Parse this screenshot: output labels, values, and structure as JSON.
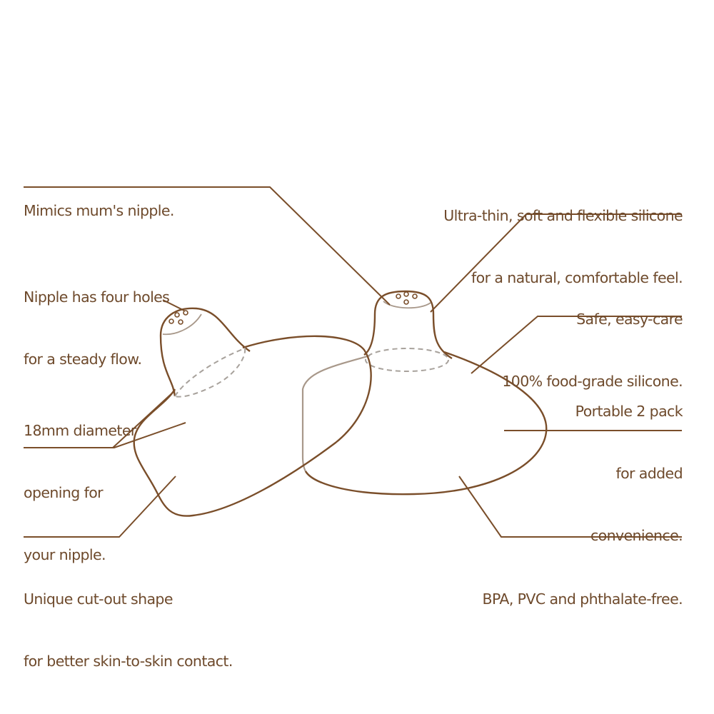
{
  "diagram": {
    "title": "Nipple shield feature callouts",
    "colors": {
      "outline": "#7a4e2a",
      "text": "#6e4a2c",
      "dashed": "#a8a29c",
      "back_outline": "#a8988a"
    },
    "callouts": {
      "mimics": {
        "lines": [
          "Mimics mum's nipple."
        ]
      },
      "four_holes": {
        "lines": [
          "Nipple has four holes",
          "for a steady flow."
        ]
      },
      "diameter": {
        "lines": [
          "18mm diameter",
          "opening for",
          "your nipple."
        ]
      },
      "cutout": {
        "lines": [
          "Unique cut-out shape",
          "for better skin-to-skin contact."
        ]
      },
      "ultra_thin": {
        "lines": [
          "Ultra-thin, soft and flexible silicone",
          "for a natural, comfortable feel."
        ]
      },
      "safe": {
        "lines": [
          "Safe, easy-care",
          "100% food-grade silicone."
        ]
      },
      "portable": {
        "lines": [
          "Portable 2 pack",
          "for added",
          "convenience."
        ]
      },
      "bpa": {
        "lines": [
          "BPA, PVC and phthalate-free."
        ]
      }
    }
  }
}
